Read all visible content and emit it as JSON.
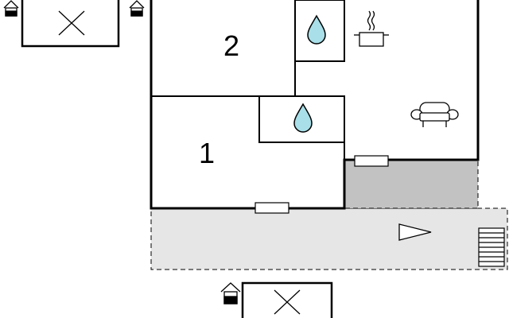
{
  "rooms": [
    {
      "id": "bedroom-1",
      "label": "1"
    },
    {
      "id": "bedroom-2",
      "label": "2"
    }
  ],
  "icons": {
    "bathroom": "water-drop-icon",
    "kitchen": "cooking-pot-icon",
    "living": "sofa-icon",
    "bed": "bed-cross-icon",
    "lamp": "wall-lamp-icon",
    "stairs": "stairs-icon",
    "entrance": "entrance-arrow-icon"
  },
  "colors": {
    "wall": "#000000",
    "water": "#a8dfe8",
    "patio": "#e6e6e6",
    "covered_area": "#c2c2c2"
  }
}
